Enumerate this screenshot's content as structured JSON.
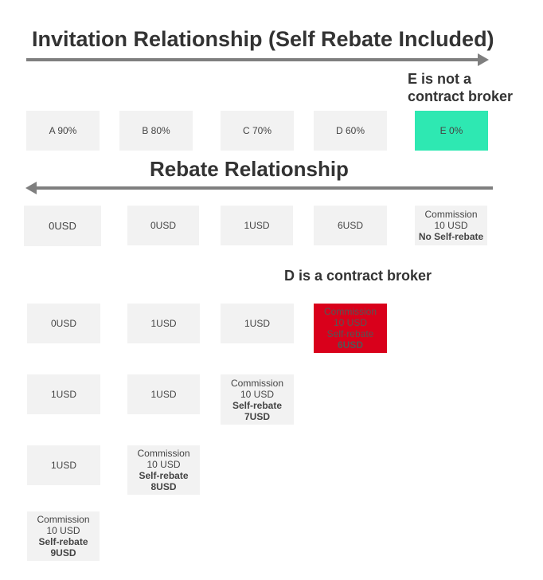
{
  "title": "Invitation Relationship (Self Rebate Included)",
  "rebate_title": "Rebate Relationship",
  "notes": {
    "e_not_broker": [
      "E is not a",
      "contract broker"
    ],
    "d_is_broker": "D is a contract broker"
  },
  "colors": {
    "green": "#2ee8b2",
    "red": "#d9001b",
    "box": "#f2f2f2",
    "arrow": "#7f7f7f"
  },
  "invitation": [
    "A 90%",
    "B 80%",
    "C 70%",
    "D 60%",
    "E 0%"
  ],
  "case_e": {
    "values": [
      "0USD",
      "0USD",
      "1USD",
      "6USD"
    ],
    "last": [
      "Commission",
      "10 USD",
      "No Self-rebate"
    ]
  },
  "case_d": {
    "values": [
      "0USD",
      "1USD",
      "1USD"
    ],
    "last": [
      "Commission",
      "10 USD",
      "Self-rebate",
      "6USD"
    ]
  },
  "case_c": {
    "values": [
      "1USD",
      "1USD"
    ],
    "last": [
      "Commission",
      "10 USD",
      "Self-rebate",
      "7USD"
    ]
  },
  "case_b": {
    "values": [
      "1USD"
    ],
    "last": [
      "Commission",
      "10 USD",
      "Self-rebate",
      "8USD"
    ]
  },
  "case_a": {
    "last": [
      "Commission",
      "10 USD",
      "Self-rebate",
      "9USD"
    ]
  }
}
